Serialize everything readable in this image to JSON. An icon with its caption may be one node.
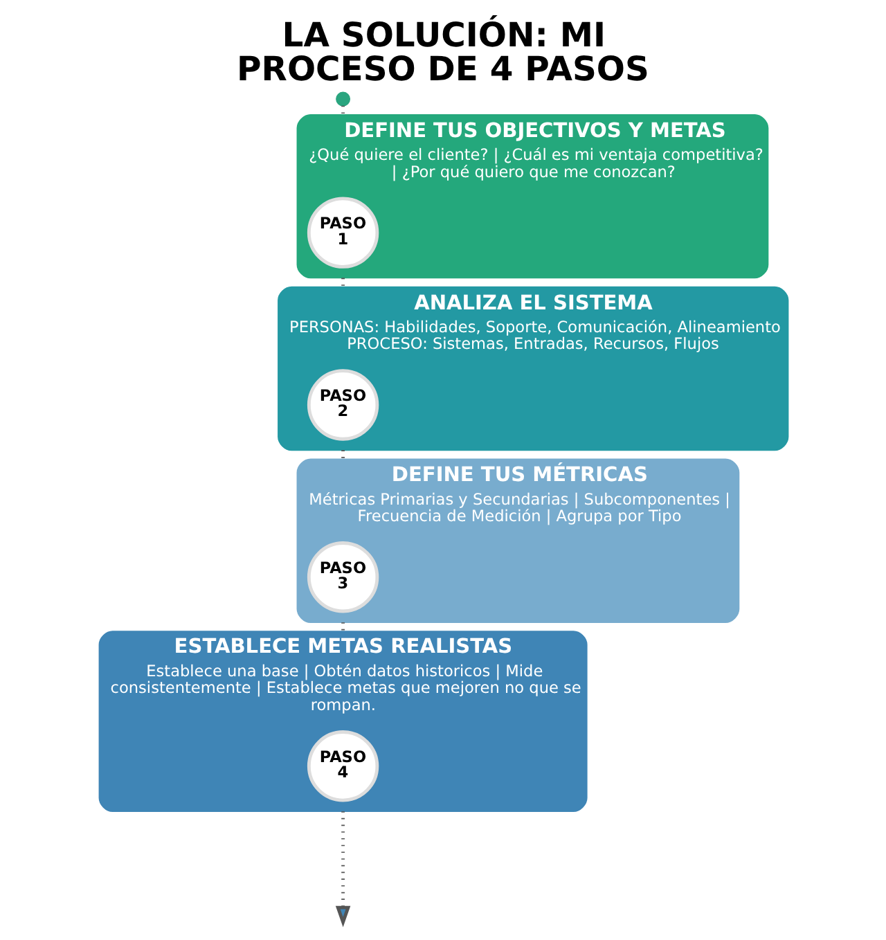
{
  "diagram": {
    "title": "LA SOLUCIÓN: MI PROCESO DE 4 PASOS",
    "nodes": [
      {
        "text": [],
        "shape": "circle"
      },
      {
        "text": [
          "DEFINE TUS OBJECTIVOS Y METAS",
          "¿Qué quiere el cliente? | ¿Cuál es mi ventaja competitiva? | ¿Por qué quiero que me conozcan?"
        ]
      },
      {
        "text": [
          "PASO 1"
        ],
        "in": 1
      },
      {
        "text": [
          "ANALIZA EL SISTEMA",
          "PERSONAS: Habilidades, Soporte, Comunicación, Alineamiento PROCESO: Sistemas, Entradas, Recursos, Flujos"
        ]
      },
      {
        "text": [
          "PASO 2"
        ],
        "in": 3
      },
      {
        "text": [
          "DEFINE TUS MÉTRICAS",
          "Métricas Primarias y Secundarias | Subcomponentes | Frecuencia de Medición | Agrupa por Tipo"
        ]
      },
      {
        "text": [
          "PASO 3"
        ],
        "in": 5
      },
      {
        "text": [
          "ESTABLECE METAS REALISTAS",
          "Establece una base | Obtén datos historicos | Mide consistentemente | Establece metas que mejoren no que se rompan."
        ]
      },
      {
        "text": [
          "PASO 4"
        ],
        "in": 7
      }
    ],
    "edges": [
      {
        "from": 0,
        "to": 1,
        "arrow": "none",
        "style": "dashed"
      },
      {
        "from": 1,
        "to": 3,
        "arrow": "none",
        "style": "dashed"
      },
      {
        "from": 3,
        "to": 5,
        "arrow": "none",
        "style": "dashed"
      },
      {
        "from": 5,
        "to": 7,
        "arrow": "none",
        "style": "dashed"
      },
      {
        "from": 7,
        "to": null,
        "arrow": "to",
        "style": "dashed"
      }
    ]
  }
}
